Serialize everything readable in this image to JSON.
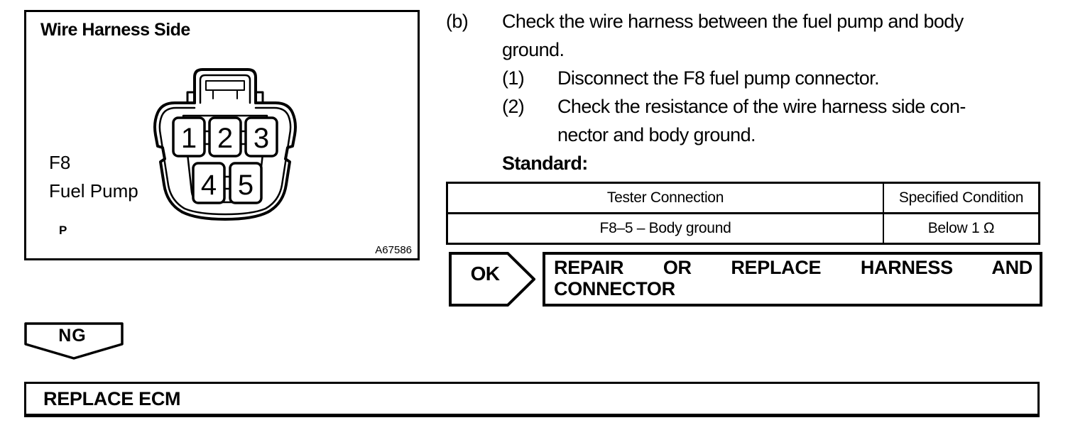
{
  "diagram": {
    "title": "Wire Harness Side",
    "connector_ref": "F8",
    "connector_name": "Fuel Pump",
    "terminal_label": "P",
    "figure_id": "A67586",
    "pins": [
      "1",
      "2",
      "3",
      "4",
      "5"
    ]
  },
  "procedure": {
    "step_label": "(b)",
    "step_lines": [
      "Check the wire harness between the fuel pump and body",
      "ground."
    ],
    "substeps": [
      {
        "label": "(1)",
        "lines": [
          "Disconnect the F8 fuel pump connector."
        ]
      },
      {
        "label": "(2)",
        "lines": [
          "Check the resistance of the wire harness side con-",
          "nector and body ground."
        ]
      }
    ],
    "standard_label": "Standard:"
  },
  "table": {
    "headers": [
      "Tester Connection",
      "Specified Condition"
    ],
    "rows": [
      [
        "F8–5 – Body ground",
        "Below 1 Ω"
      ]
    ]
  },
  "ok_action": {
    "label": "OK",
    "lines": [
      "REPAIR OR REPLACE HARNESS AND",
      "CONNECTOR"
    ]
  },
  "ng_action": {
    "label": "NG",
    "action": "REPLACE ECM"
  }
}
